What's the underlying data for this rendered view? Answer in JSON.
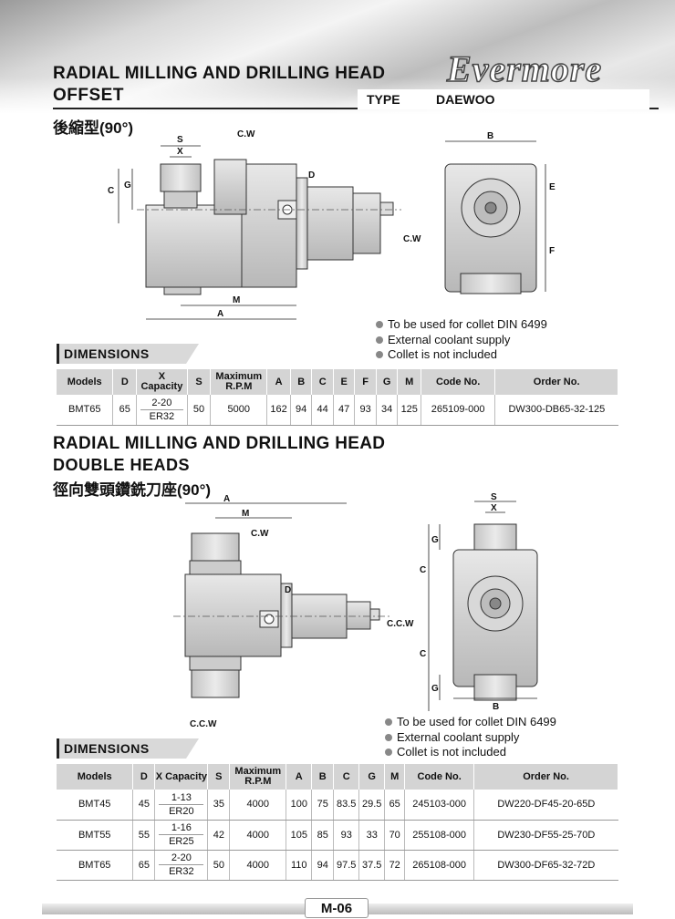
{
  "header": {
    "title_line1": "RADIAL MILLING AND DRILLING HEAD",
    "title_line2": "OFFSET",
    "logo_text": "Evermore",
    "type_label": "TYPE",
    "type_value": "DAEWOO"
  },
  "section1": {
    "subtitle_cn": "後縮型(90°)",
    "drawing_labels": {
      "s": "S",
      "x": "X",
      "c": "C",
      "g": "G",
      "d": "D",
      "cw_top": "C.W",
      "cw_side": "C.W",
      "m": "M",
      "a": "A",
      "b": "B",
      "e": "E",
      "f": "F"
    },
    "notes": [
      "To be used for collet DIN 6499",
      "External coolant supply",
      "Collet is not included"
    ],
    "dimensions_heading": "DIMENSIONS",
    "table": {
      "headers": [
        "Models",
        "D",
        "X Capacity",
        "S",
        "Maximum R.P.M",
        "A",
        "B",
        "C",
        "E",
        "F",
        "G",
        "M",
        "Code No.",
        "Order No."
      ],
      "rows": [
        {
          "model": "BMT65",
          "d": "65",
          "cap_top": "2-20",
          "cap_bottom": "ER32",
          "s": "50",
          "rpm": "5000",
          "a": "162",
          "b": "94",
          "c": "44",
          "e": "47",
          "f": "93",
          "g": "34",
          "m": "125",
          "code": "265109-000",
          "order": "DW300-DB65-32-125"
        }
      ]
    }
  },
  "section2": {
    "title_line1": "RADIAL MILLING AND DRILLING HEAD",
    "title_line2": "DOUBLE HEADS",
    "subtitle_cn": "徑向雙頭鑽銑刀座(90°)",
    "drawing_labels": {
      "a": "A",
      "m": "M",
      "cw": "C.W",
      "d": "D",
      "ccw_bottom": "C.C.W",
      "s": "S",
      "x": "X",
      "g": "G",
      "c": "C",
      "ccw_side": "C.C.W",
      "b": "B"
    },
    "notes": [
      "To be used for collet DIN 6499",
      "External coolant supply",
      "Collet is not included"
    ],
    "dimensions_heading": "DIMENSIONS",
    "table": {
      "headers": [
        "Models",
        "D",
        "X Capacity",
        "S",
        "Maximum R.P.M",
        "A",
        "B",
        "C",
        "G",
        "M",
        "Code No.",
        "Order No."
      ],
      "rows": [
        {
          "model": "BMT45",
          "d": "45",
          "cap_top": "1-13",
          "cap_bottom": "ER20",
          "s": "35",
          "rpm": "4000",
          "a": "100",
          "b": "75",
          "c": "83.5",
          "g": "29.5",
          "m": "65",
          "code": "245103-000",
          "order": "DW220-DF45-20-65D"
        },
        {
          "model": "BMT55",
          "d": "55",
          "cap_top": "1-16",
          "cap_bottom": "ER25",
          "s": "42",
          "rpm": "4000",
          "a": "105",
          "b": "85",
          "c": "93",
          "g": "33",
          "m": "70",
          "code": "255108-000",
          "order": "DW230-DF55-25-70D"
        },
        {
          "model": "BMT65",
          "d": "65",
          "cap_top": "2-20",
          "cap_bottom": "ER32",
          "s": "50",
          "rpm": "4000",
          "a": "110",
          "b": "94",
          "c": "97.5",
          "g": "37.5",
          "m": "72",
          "code": "265108-000",
          "order": "DW300-DF65-32-72D"
        }
      ]
    }
  },
  "footer": {
    "page_number": "M-06"
  }
}
